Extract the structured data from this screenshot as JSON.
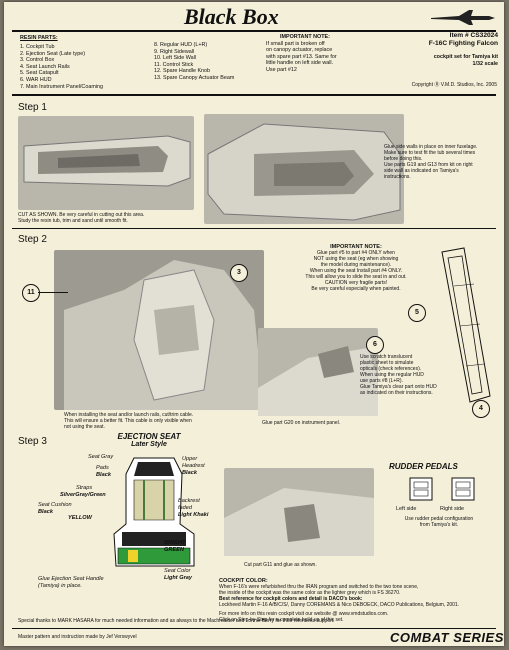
{
  "header": {
    "brand": "Black Box",
    "item_number": "Item # CS32024",
    "product": "F-16C Fighting Falcon",
    "kit_line1": "cockpit set for Tamiya kit",
    "kit_line2": "1/32 scale",
    "copyright": "Copyright Ⓡ   V.M.D. Studios, Inc. 2005"
  },
  "parts": {
    "title": "RESIN PARTS:",
    "col1": [
      "1. Cockpit Tub",
      "2. Ejection Seat (Late type)",
      "3. Control Box",
      "4. Seat Launch Rails",
      "5. Seat Catapult",
      "6. WAR HUD",
      "7. Main Instrument Panel/Coaming"
    ],
    "col2": [
      "8. Regular HUD (L+R)",
      "9. Right Sidewall",
      "10. Left Side Wall",
      "11. Control Stick",
      "12. Spare Handle Knob",
      "13. Spare Canopy Actuator Beam"
    ]
  },
  "important_note_1": {
    "title": "IMPORTANT NOTE:",
    "lines": [
      "If small part is broken off",
      "on canopy actuator, replace",
      "with spare part #13.  Same for",
      "little handle on left side wall.",
      "Use part #12"
    ]
  },
  "step1": {
    "heading": "Step 1",
    "caption_left": [
      "CUT AS SHOWN.  Be very careful in cutting out this area.",
      "Study the resin tub, trim and sand until smooth fit."
    ],
    "caption_right": [
      "Glue side walls in place on inner fuselage.",
      "Make sure to test fit the tub several times",
      "before doing this.",
      "Use parts G19 and G13 from kit on right",
      "side wall as indicated on Tamiya's",
      "instructions."
    ]
  },
  "step2": {
    "heading": "Step 2",
    "note_title": "IMPORTANT NOTE:",
    "note_lines": [
      "Glue part #5 to part #4 ONLY when",
      "NOT using the seat (eg when showing",
      "the model during maintenance).",
      "When using the seat Install part #4 ONLY.",
      "This will allow you to slide the seat in and out.",
      "CAUTION very fragile parts!",
      "Be very careful especially when painted."
    ],
    "callouts": [
      "11",
      "3",
      "5",
      "6",
      "4"
    ],
    "caption_seat": [
      "When installing the seat and/or launch rails, cut/trim cable.",
      "This will ensure a better fit.  This cable is only visible when",
      "not using the seat."
    ],
    "caption_hud": [
      "Use scratch translucent",
      "plastic sheet to simulate",
      "opticals (check references).",
      "When using the regular HUD",
      "use parts #8 (L+R).",
      "Glue Tamiya's clear part onto HUD",
      "as indicated on their instructions."
    ],
    "caption_panel": "Glue part G20 on instrument panel."
  },
  "step3": {
    "heading": "Step 3",
    "seat_title": "EJECTION SEAT",
    "seat_subtitle": "Later Style",
    "labels": {
      "seat_gray": "Seat Gray",
      "pads": "Pads",
      "pads_color": "Black",
      "straps": "Straps",
      "straps_color": "SilverGray/Green",
      "upper_headrest": "Upper",
      "upper_headrest2": "Headrest",
      "upper_headrest_color": "Black",
      "backrest": "Backrest",
      "backrest2": "faded",
      "backrest_color": "Light Khaki",
      "cushion": "Seat Cushion",
      "cushion_color": "Black",
      "yellow": "YELLOW",
      "bright": "BRIGHT",
      "green": "GREEN",
      "seat_color": "Seat Color",
      "seat_color_value": "Light Gray",
      "handle": [
        "Glue Ejection Seat Handle",
        "(Tamiya) in place."
      ]
    },
    "caption_stick": "Cut part G11 and glue as shown.",
    "rudder_title": "RUDDER PEDALS",
    "rudder_left": "Left side",
    "rudder_right": "Right side",
    "rudder_caption": [
      "Use rudder pedal configuration",
      "from Tamiya's kit."
    ]
  },
  "cockpit_color": {
    "title": "COCKPIT COLOR:",
    "lines": [
      "When F-16's were refurbished thru the IRAN program and switched to the two tone scene,",
      "the inside of the cockpit was the same color as the lighter grey which is FS 36270."
    ],
    "ref_title": "Best reference for cockpit colors and detail is DACO's book:",
    "ref_line": "Lockheed Martin F-16 A/B/C/S/, Danny COREMANS & Nico DEBOECK, DACO Publications, Belgium, 2001.",
    "more1": "For more info on this resin cockpit visit our website @ www.vmdstudios.com.",
    "more2": "Click on Step-by-Step for a complete build up of this set."
  },
  "footer": {
    "thanks": "Special thanks to MARK HASARA for much needed information and as always to the Machmaster and Lonnie Berry for their relentless support.",
    "master": "Master pattern and instruction made by Jef Verswyvel",
    "series": "COMBAT SERIES"
  },
  "colors": {
    "paper": "#f4efd8",
    "ink": "#111111",
    "photo": "#b9b6ac"
  }
}
